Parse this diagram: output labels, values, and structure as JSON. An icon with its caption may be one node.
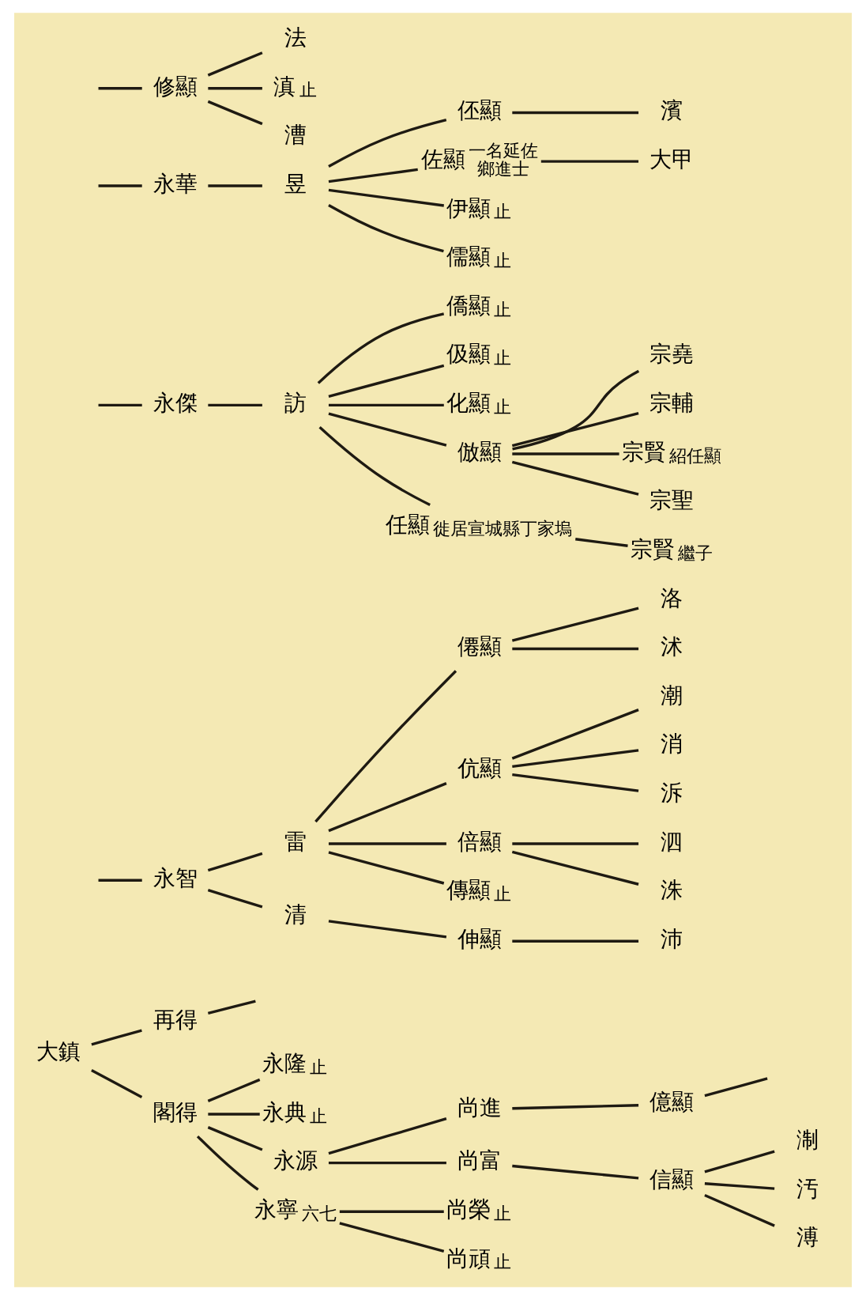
{
  "diagram": {
    "nodes": [
      {
        "text": [
          "大鎮"
        ]
      },
      {
        "text": [
          "再得"
        ]
      },
      {
        "text": [
          "閣得"
        ]
      },
      {
        "text": [
          "永隆"
        ],
        "beside": [
          "止"
        ]
      },
      {
        "text": [
          "永典"
        ],
        "beside": [
          "止"
        ]
      },
      {
        "text": [
          "永源"
        ]
      },
      {
        "text": [
          "永寧"
        ],
        "beside": [
          "六七"
        ]
      },
      {
        "text": [
          "永智"
        ]
      },
      {
        "text": [
          "永傑"
        ]
      },
      {
        "text": [
          "永華"
        ]
      },
      {
        "text": [
          "尚進"
        ]
      },
      {
        "text": [
          "尚富"
        ]
      },
      {
        "text": [
          "尚榮"
        ],
        "beside": [
          "止"
        ]
      },
      {
        "text": [
          "尚頑"
        ],
        "beside": [
          "止"
        ]
      },
      {
        "text": [
          "雷"
        ]
      },
      {
        "text": [
          "清"
        ]
      },
      {
        "text": [
          "訪"
        ]
      },
      {
        "text": [
          "昱"
        ]
      },
      {
        "text": [
          "億顯"
        ]
      },
      {
        "text": [
          "信顯"
        ]
      },
      {
        "text": [
          "僊顯"
        ]
      },
      {
        "text": [
          "伉顯"
        ]
      },
      {
        "text": [
          "倍顯"
        ]
      },
      {
        "text": [
          "傳顯"
        ],
        "beside": [
          "止"
        ]
      },
      {
        "text": [
          "伸顯"
        ]
      },
      {
        "text": [
          "僑顯"
        ],
        "beside": [
          "止"
        ]
      },
      {
        "text": [
          "伋顯"
        ],
        "beside": [
          "止"
        ]
      },
      {
        "text": [
          "化顯"
        ],
        "beside": [
          "止"
        ]
      },
      {
        "text": [
          "倣顯"
        ]
      },
      {
        "text": [
          "任顯"
        ],
        "beside": [
          "徙居宣城縣丁家塢"
        ]
      },
      {
        "text": [
          "伾顯"
        ]
      },
      {
        "text": [
          "佐顯"
        ],
        "beside": [
          "一名延佐",
          "鄉進士"
        ]
      },
      {
        "text": [
          "伊顯"
        ],
        "beside": [
          "止"
        ]
      },
      {
        "text": [
          "儒顯"
        ],
        "beside": [
          "止"
        ]
      },
      {
        "text": [
          "修顯"
        ]
      },
      {
        "text": [
          "淛"
        ]
      },
      {
        "text": [
          "汚"
        ]
      },
      {
        "text": [
          "溥"
        ]
      },
      {
        "text": [
          "洛"
        ]
      },
      {
        "text": [
          "沭"
        ]
      },
      {
        "text": [
          "潮"
        ]
      },
      {
        "text": [
          "消"
        ]
      },
      {
        "text": [
          "泝"
        ]
      },
      {
        "text": [
          "泗"
        ]
      },
      {
        "text": [
          "洙"
        ]
      },
      {
        "text": [
          "沛"
        ]
      },
      {
        "text": [
          "宗堯"
        ]
      },
      {
        "text": [
          "宗輔"
        ]
      },
      {
        "text": [
          "宗賢"
        ],
        "beside": [
          "紹任顯"
        ]
      },
      {
        "text": [
          "宗聖"
        ]
      },
      {
        "text": [
          "宗賢"
        ],
        "beside": [
          "繼子"
        ]
      },
      {
        "text": [
          "濱"
        ]
      },
      {
        "text": [
          "大甲"
        ]
      },
      {
        "text": [
          "法"
        ]
      },
      {
        "text": [
          "滇"
        ],
        "beside": [
          "止"
        ]
      },
      {
        "text": [
          "漕"
        ]
      }
    ],
    "edges": [
      {
        "from": 0,
        "to": 1,
        "arrow": "none"
      },
      {
        "from": 0,
        "to": 2,
        "arrow": "none"
      },
      {
        "from": 1,
        "to": null,
        "arrow": "none"
      },
      {
        "from": 2,
        "to": 3,
        "arrow": "none"
      },
      {
        "from": 2,
        "to": 4,
        "arrow": "none"
      },
      {
        "from": 2,
        "to": 5,
        "arrow": "none"
      },
      {
        "from": 2,
        "to": 6,
        "arrow": "none"
      },
      {
        "from": null,
        "to": 7,
        "arrow": "none"
      },
      {
        "from": null,
        "to": 8,
        "arrow": "none"
      },
      {
        "from": null,
        "to": 9,
        "arrow": "none"
      },
      {
        "from": 5,
        "to": 10,
        "arrow": "none"
      },
      {
        "from": 5,
        "to": 11,
        "arrow": "none"
      },
      {
        "from": 6,
        "to": 12,
        "arrow": "none"
      },
      {
        "from": 6,
        "to": 13,
        "arrow": "none"
      },
      {
        "from": 7,
        "to": 14,
        "arrow": "none"
      },
      {
        "from": 7,
        "to": 15,
        "arrow": "none"
      },
      {
        "from": 8,
        "to": 16,
        "arrow": "none"
      },
      {
        "from": 9,
        "to": 17,
        "arrow": "none"
      },
      {
        "from": 10,
        "to": 18,
        "arrow": "none"
      },
      {
        "from": 11,
        "to": 19,
        "arrow": "none"
      },
      {
        "from": 14,
        "to": 20,
        "arrow": "none"
      },
      {
        "from": 14,
        "to": 21,
        "arrow": "none"
      },
      {
        "from": 14,
        "to": 22,
        "arrow": "none"
      },
      {
        "from": 14,
        "to": 23,
        "arrow": "none"
      },
      {
        "from": 15,
        "to": 24,
        "arrow": "none"
      },
      {
        "from": 16,
        "to": 25,
        "arrow": "none"
      },
      {
        "from": 16,
        "to": 26,
        "arrow": "none"
      },
      {
        "from": 16,
        "to": 27,
        "arrow": "none"
      },
      {
        "from": 16,
        "to": 28,
        "arrow": "none"
      },
      {
        "from": 16,
        "to": 29,
        "arrow": "none"
      },
      {
        "from": 17,
        "to": 30,
        "arrow": "none"
      },
      {
        "from": 17,
        "to": 31,
        "arrow": "none"
      },
      {
        "from": 17,
        "to": 32,
        "arrow": "none"
      },
      {
        "from": 17,
        "to": 33,
        "arrow": "none"
      },
      {
        "from": null,
        "to": 34,
        "arrow": "none"
      },
      {
        "from": 18,
        "to": null,
        "arrow": "none"
      },
      {
        "from": 19,
        "to": 35,
        "arrow": "none"
      },
      {
        "from": 19,
        "to": 36,
        "arrow": "none"
      },
      {
        "from": 19,
        "to": 37,
        "arrow": "none"
      },
      {
        "from": 20,
        "to": 38,
        "arrow": "none"
      },
      {
        "from": 20,
        "to": 39,
        "arrow": "none"
      },
      {
        "from": 21,
        "to": 40,
        "arrow": "none"
      },
      {
        "from": 21,
        "to": 41,
        "arrow": "none"
      },
      {
        "from": 21,
        "to": 42,
        "arrow": "none"
      },
      {
        "from": 22,
        "to": 43,
        "arrow": "none"
      },
      {
        "from": 22,
        "to": 44,
        "arrow": "none"
      },
      {
        "from": 24,
        "to": 45,
        "arrow": "none"
      },
      {
        "from": 28,
        "to": 46,
        "arrow": "none"
      },
      {
        "from": 28,
        "to": 47,
        "arrow": "none"
      },
      {
        "from": 28,
        "to": 48,
        "arrow": "none"
      },
      {
        "from": 28,
        "to": 49,
        "arrow": "none"
      },
      {
        "from": 29,
        "to": 50,
        "arrow": "none"
      },
      {
        "from": 30,
        "to": 51,
        "arrow": "none"
      },
      {
        "from": 31,
        "to": 52,
        "arrow": "none"
      },
      {
        "from": 34,
        "to": 53,
        "arrow": "none"
      },
      {
        "from": 34,
        "to": 54,
        "arrow": "none"
      },
      {
        "from": 34,
        "to": 55,
        "arrow": "none"
      }
    ]
  }
}
